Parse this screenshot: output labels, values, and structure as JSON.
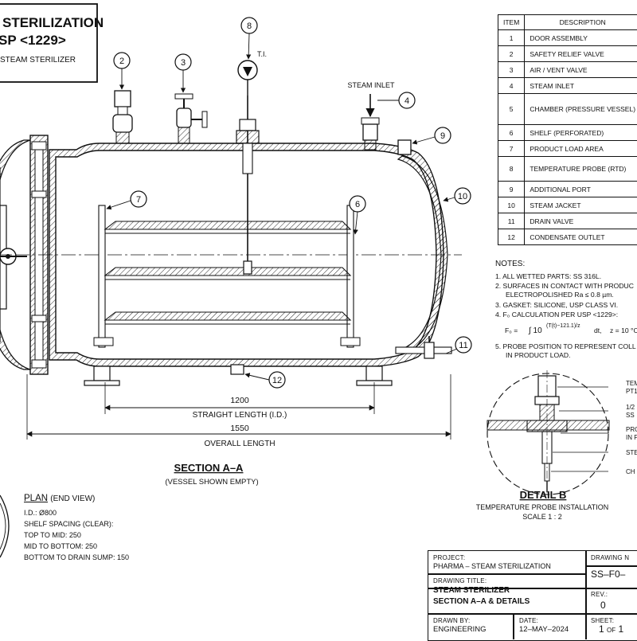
{
  "title_block": {
    "title_line1": "STERILIZATION",
    "title_line2": "SP <1229>",
    "title_line3": "STEAM STERILIZER"
  },
  "callouts": {
    "c2": "2",
    "c3": "3",
    "c4": "4",
    "c6": "6",
    "c7": "7",
    "c8": "8",
    "c9": "9",
    "c10": "10",
    "c11": "11",
    "c12": "12",
    "ti_label": "T.I.",
    "steam_inlet_label": "STEAM INLET"
  },
  "dimensions": {
    "straight_value": "1200",
    "straight_label": "STRAIGHT LENGTH (I.D.)",
    "overall_value": "1550",
    "overall_label": "OVERALL LENGTH"
  },
  "section": {
    "title": "SECTION A–A",
    "subtitle": "(VESSEL SHOWN EMPTY)"
  },
  "plan": {
    "title": "PLAN",
    "title_suffix": "(END VIEW)",
    "lines": [
      "I.D.: Ø800",
      "SHELF SPACING (CLEAR):",
      "TOP TO MID: 250",
      "MID TO BOTTOM: 250",
      "BOTTOM TO DRAIN SUMP: 150"
    ]
  },
  "parts_list": {
    "header_item": "ITEM",
    "header_desc": "DESCRIPTION",
    "rows": [
      {
        "item": "1",
        "desc": "DOOR ASSEMBLY"
      },
      {
        "item": "2",
        "desc": "SAFETY RELIEF VALVE"
      },
      {
        "item": "3",
        "desc": "AIR / VENT VALVE"
      },
      {
        "item": "4",
        "desc": "STEAM INLET"
      },
      {
        "item": "5",
        "desc": "CHAMBER (PRESSURE VESSEL)"
      },
      {
        "item": "6",
        "desc": "SHELF (PERFORATED)"
      },
      {
        "item": "7",
        "desc": "PRODUCT LOAD AREA"
      },
      {
        "item": "8",
        "desc": "TEMPERATURE PROBE (RTD)"
      },
      {
        "item": "9",
        "desc": "ADDITIONAL PORT"
      },
      {
        "item": "10",
        "desc": "STEAM JACKET"
      },
      {
        "item": "11",
        "desc": "DRAIN VALVE"
      },
      {
        "item": "12",
        "desc": "CONDENSATE OUTLET"
      }
    ]
  },
  "notes": {
    "title": "NOTES:",
    "n1": "1.  ALL WETTED PARTS:  SS 316L.",
    "n2a": "2.  SURFACES IN CONTACT WITH PRODUC",
    "n2b": "ELECTROPOLISHED  Ra ≤ 0.8 µm.",
    "n3": "3.  GASKET:  SILICONE, USP CLASS VI.",
    "n4": "4.  F₀ CALCULATION PER USP <1229>:",
    "formula_lhs": "F₀ =",
    "formula_int": "∫ 10",
    "formula_exp": "(T(t)−121.1)/z",
    "formula_dt": "dt,",
    "formula_z": "z = 10 °C",
    "n5a": "5.  PROBE POSITION TO REPRESENT COLL",
    "n5b": "IN PRODUCT LOAD."
  },
  "detail": {
    "title": "DETAIL B",
    "subtitle": "TEMPERATURE PROBE INSTALLATION",
    "scale": "SCALE 1 : 2",
    "labels": [
      "TEM",
      "PT1",
      "1/2",
      "SS",
      "PRO",
      "IN P",
      "STE",
      "CH"
    ]
  },
  "drawing_block": {
    "project_label": "PROJECT:",
    "project_value": "PHARMA – STEAM STERILIZATION",
    "title_label": "DRAWING TITLE:",
    "title_value1": "STEAM STERILIZER",
    "title_value2": "SECTION A–A & DETAILS",
    "drawn_label": "DRAWN BY:",
    "drawn_value": "ENGINEERING",
    "date_label": "DATE:",
    "date_value": "12–MAY–2024",
    "number_label": "DRAWING N",
    "number_value": "SS–F0–",
    "rev_label": "REV.:",
    "rev_value": "0",
    "sheet_label": "SHEET:",
    "sheet_value": "1",
    "sheet_of": "OF",
    "sheet_total": "1"
  }
}
